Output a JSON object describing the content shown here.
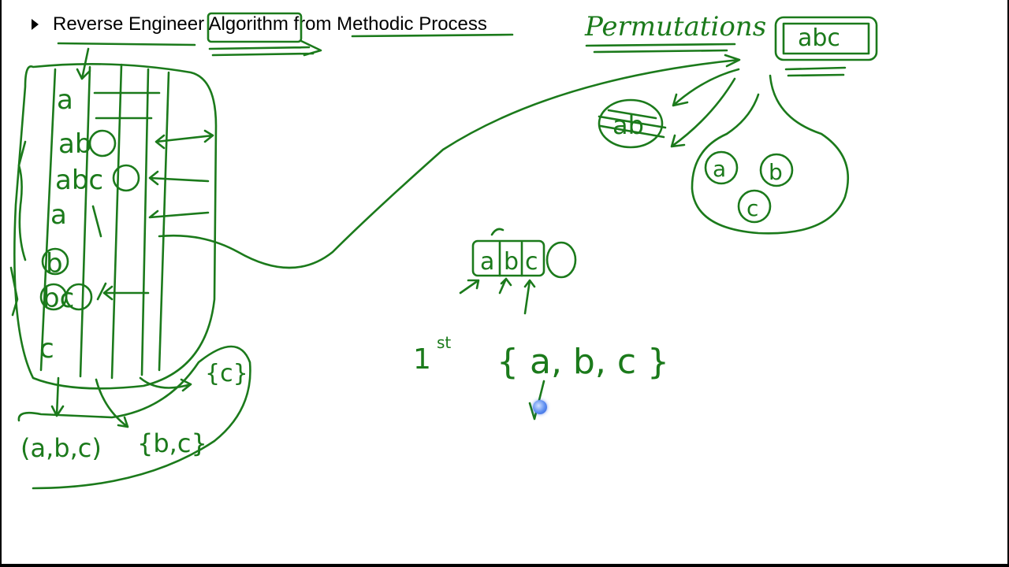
{
  "slide": {
    "bullet_title": "Reverse Engineer Algorithm from Methodic Process"
  },
  "whiteboard": {
    "heading": "Permutations",
    "root_node": "abc",
    "crossed_node": "ab",
    "circled_nodes": [
      "a",
      "b",
      "c"
    ],
    "array_cells": [
      "a",
      "b",
      "c"
    ],
    "set_label_ordinal": "1",
    "set_label_suffix": "st",
    "set_expression": "{ a, b, c }",
    "left_column_rows": [
      "a",
      "ab",
      "abc",
      "a",
      "b",
      "bc",
      "c"
    ],
    "bottom_sets": [
      "(a,b,c)",
      "{b,c}",
      "{c}"
    ]
  },
  "colors": {
    "ink": "#1b7a1b",
    "background": "#ffffff",
    "frame": "#000000"
  },
  "cursor": {
    "icon": "pen-cursor-icon"
  }
}
